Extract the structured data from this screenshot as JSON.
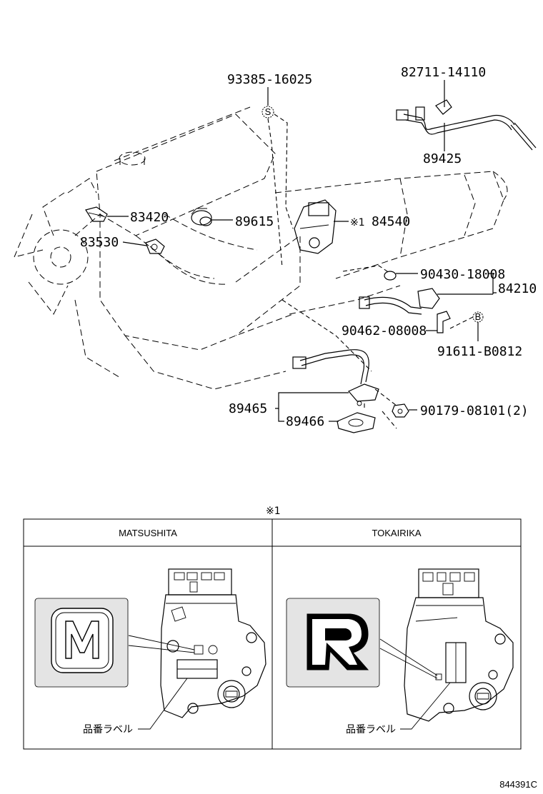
{
  "parts": {
    "p93385": "93385-16025",
    "p82711": "82711-14110",
    "p89425": "89425",
    "p83420": "83420",
    "p89615": "89615",
    "p84540": "84540",
    "p84540_ref": "※1",
    "p83530": "83530",
    "p90430": "90430-18008",
    "p84210": "84210",
    "p90462": "90462-08008",
    "p91611": "91611-B0812",
    "p89465": "89465",
    "p89466": "89466",
    "p90179": "90179-08101(2)",
    "circle_s": "S",
    "circle_b": "B"
  },
  "variants": {
    "ref_mark": "※1",
    "left_title": "MATSUSHITA",
    "right_title": "TOKAIRIKA",
    "left_label": "品番ラベル",
    "right_label": "品番ラベル"
  },
  "figure_code": "844391C"
}
